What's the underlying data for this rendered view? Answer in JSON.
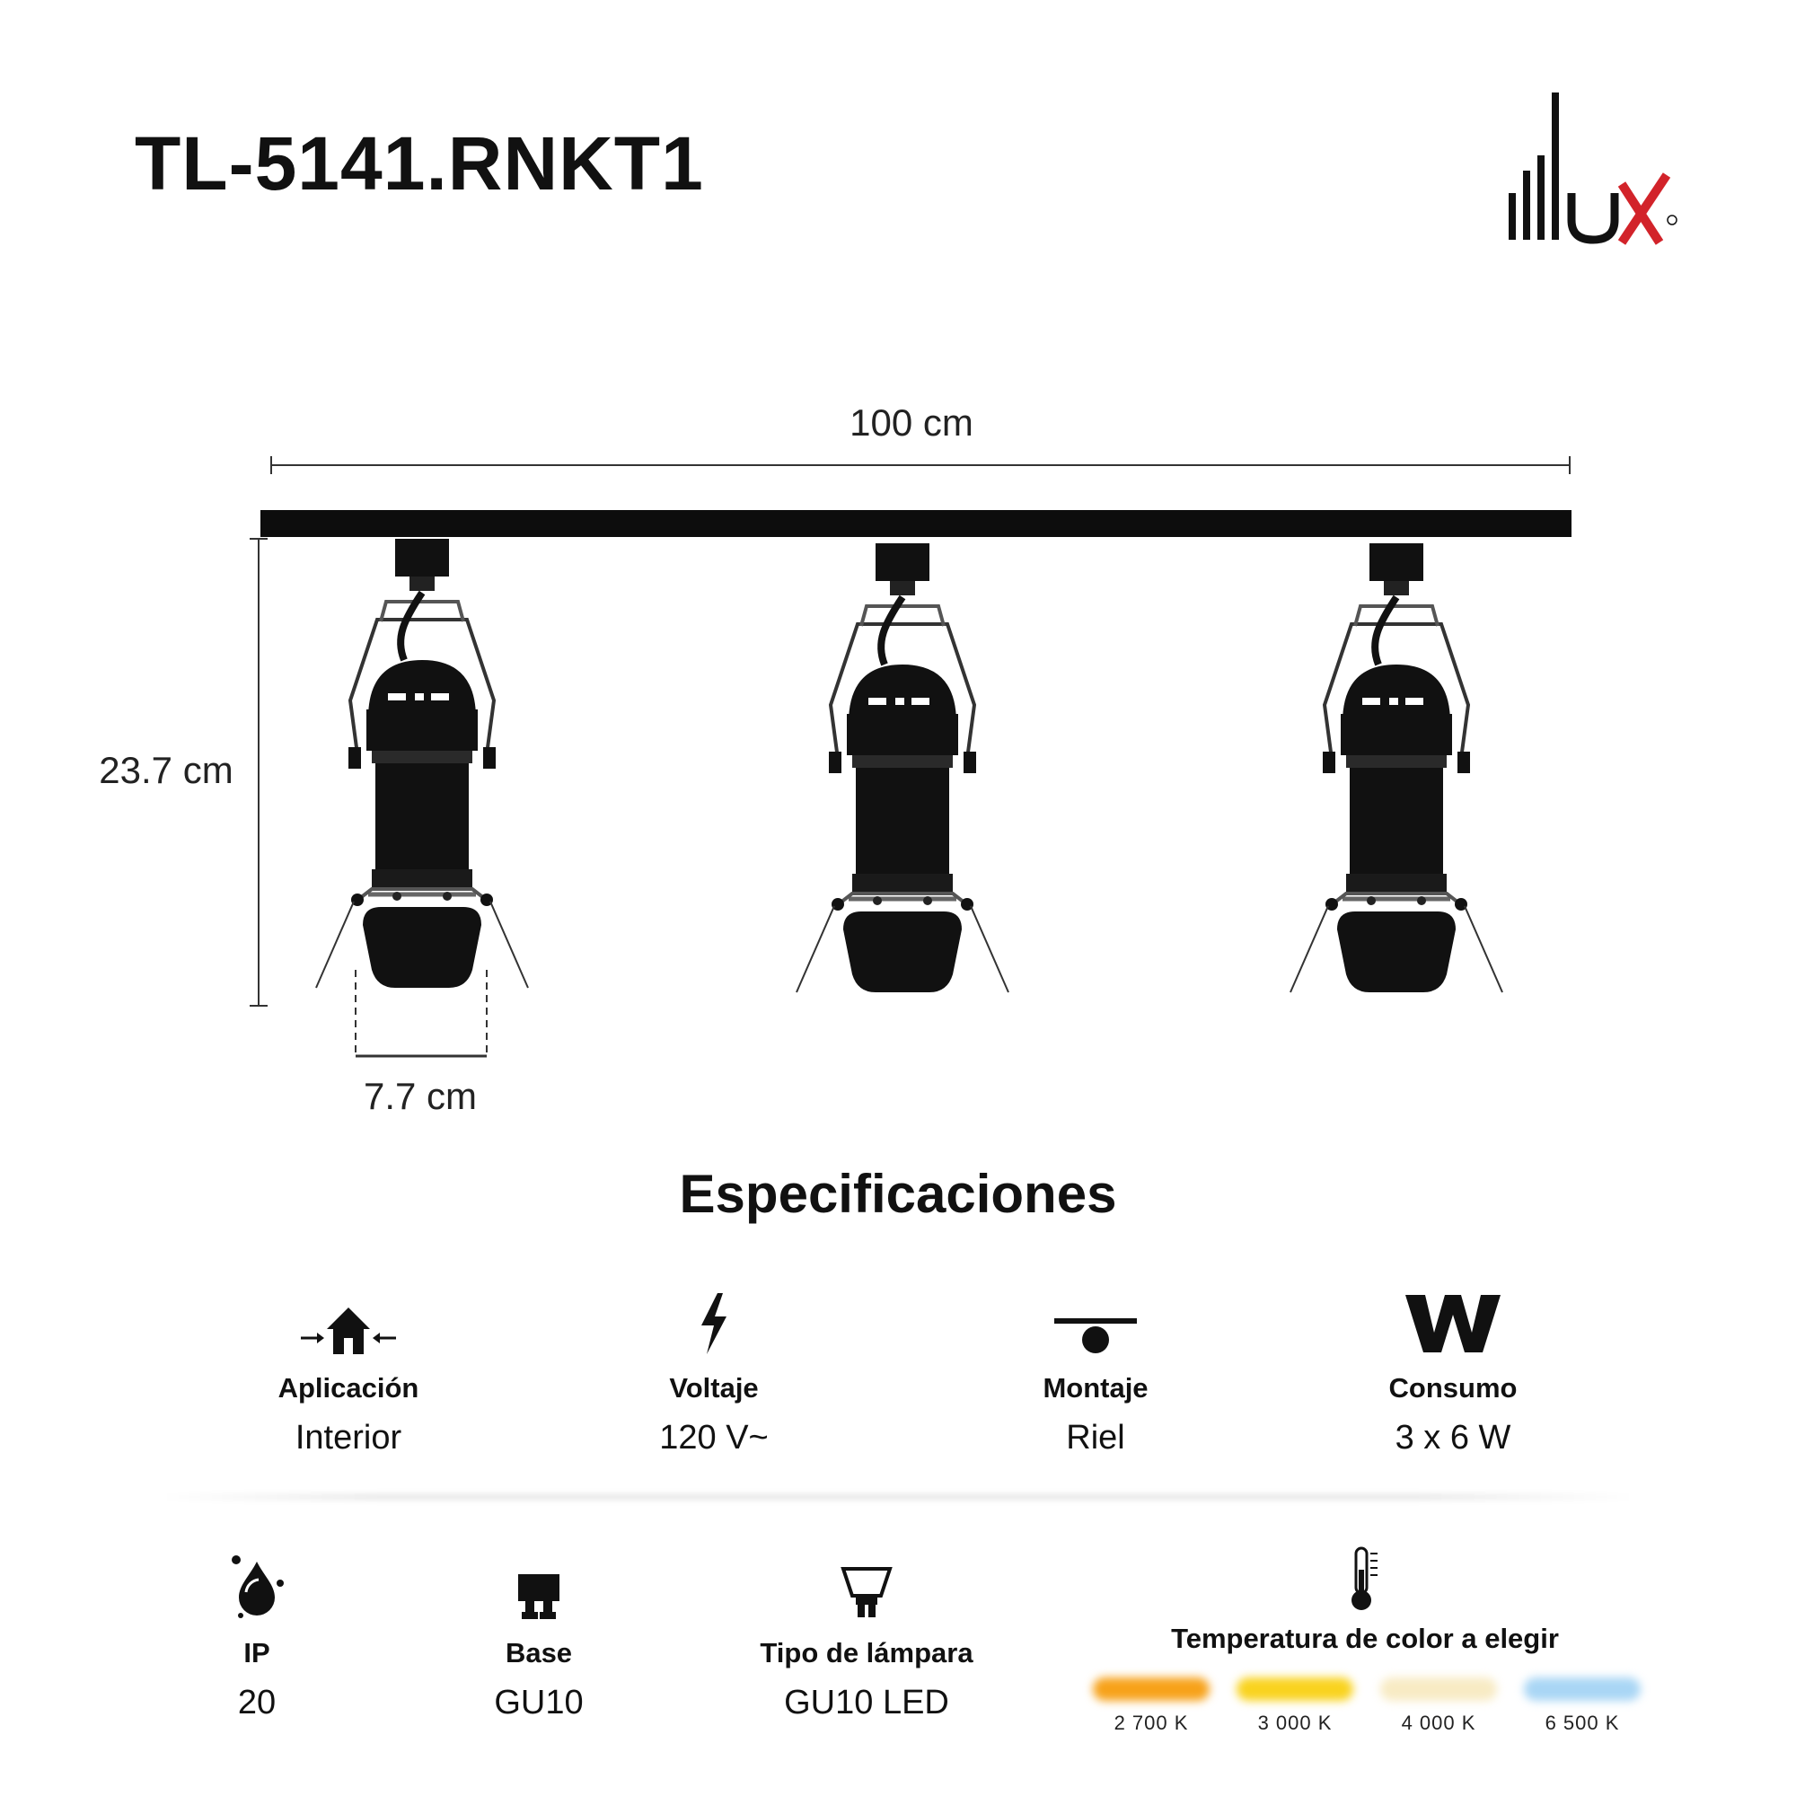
{
  "header": {
    "model": "TL-5141.RNKT1",
    "brand": "illux",
    "brand_colors": {
      "dark": "#111111",
      "accent": "#d2232a"
    }
  },
  "dimensions": {
    "width": "100 cm",
    "height": "23.7 cm",
    "head_width": "7.7 cm"
  },
  "specs_title": "Especificaciones",
  "specs_row1": [
    {
      "icon": "house-arrows-icon",
      "label": "Aplicación",
      "value": "Interior"
    },
    {
      "icon": "lightning-icon",
      "label": "Voltaje",
      "value": "120 V~"
    },
    {
      "icon": "ceiling-mount-icon",
      "label": "Montaje",
      "value": "Riel"
    },
    {
      "icon": "watt-w-icon",
      "label": "Consumo",
      "value": "3 x 6 W"
    }
  ],
  "specs_row2": [
    {
      "icon": "water-drop-icon",
      "label": "IP",
      "value": "20"
    },
    {
      "icon": "socket-base-icon",
      "label": "Base",
      "value": "GU10"
    },
    {
      "icon": "lamp-bulb-icon",
      "label": "Tipo de lámpara",
      "value": "GU10 LED"
    }
  ],
  "color_temperature": {
    "icon": "thermometer-icon",
    "label": "Temperatura de color a elegir",
    "options": [
      {
        "label": "2 700 K",
        "color": "#f7a21a"
      },
      {
        "label": "3 000 K",
        "color": "#f9d31f"
      },
      {
        "label": "4 000 K",
        "color": "#f8ebc4"
      },
      {
        "label": "6 500 K",
        "color": "#a9d6f5"
      }
    ]
  }
}
